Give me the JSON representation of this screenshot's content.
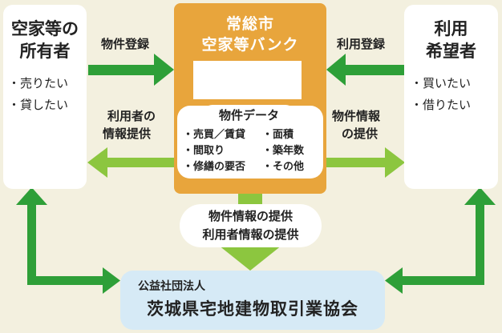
{
  "owner": {
    "title_line1": "空家等の",
    "title_line2": "所有者",
    "items": [
      "・売りたい",
      "・貸したい"
    ]
  },
  "user": {
    "title_line1": "利用",
    "title_line2": "希望者",
    "items": [
      "・買いたい",
      "・借りたい"
    ]
  },
  "bank": {
    "title_line1": "常総市",
    "title_line2": "空家等バンク",
    "data_title": "物件データ",
    "data_items": [
      "・売買／賃貸",
      "・面積",
      "・間取り",
      "・築年数",
      "・修繕の要否",
      "・その他"
    ]
  },
  "arrows": {
    "property_registration": "物件登録",
    "user_registration": "利用登録",
    "user_info_line1": "利用者の",
    "user_info_line2": "情報提供",
    "property_info_line1": "物件情報",
    "property_info_line2": "の提供",
    "provide_line1": "物件情報の提供",
    "provide_line2": "利用者情報の提供"
  },
  "association": {
    "subtitle": "公益社団法人",
    "name": "茨城県宅地建物取引業協会"
  },
  "colors": {
    "background": "#f3f0df",
    "bank": "#e8a53c",
    "dark_green": "#2e9f38",
    "light_green": "#8cc63f",
    "association": "#d6eaf6"
  }
}
